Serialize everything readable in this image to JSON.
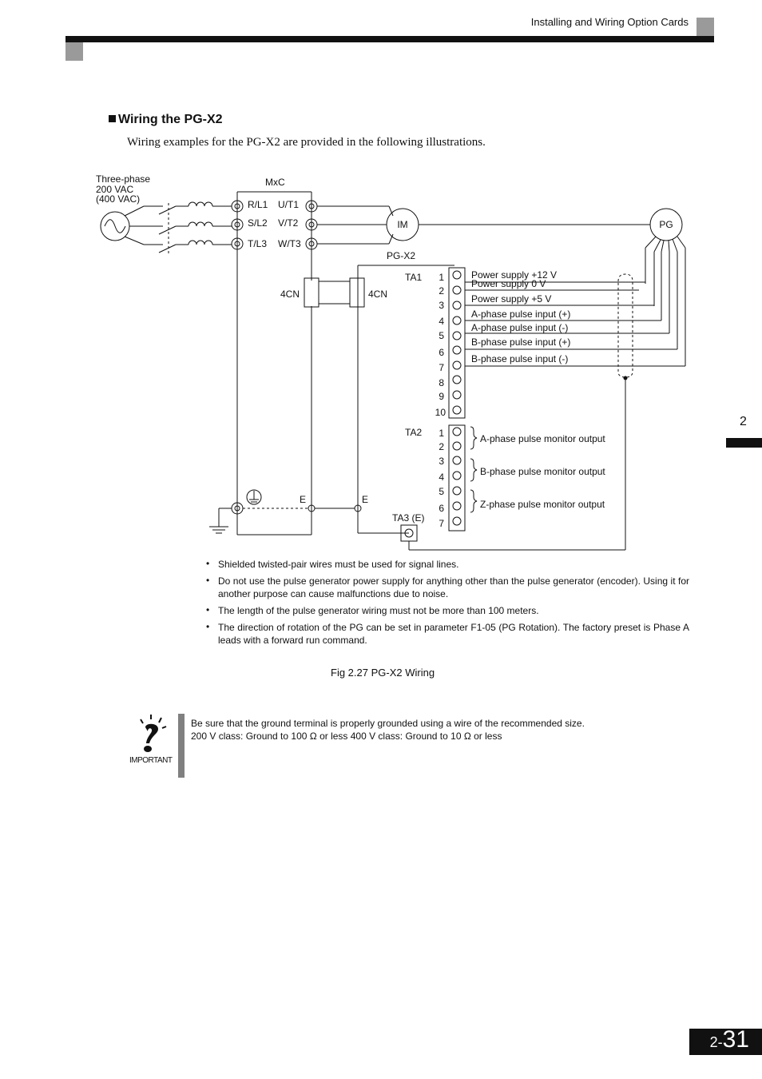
{
  "header": {
    "title": "Installing and Wiring Option Cards"
  },
  "section": {
    "title": "Wiring the PG-X2",
    "intro": "Wiring examples for the PG-X2 are provided in the following illustrations."
  },
  "diagram": {
    "supply_label_1": "Three-phase",
    "supply_label_2": "200 VAC",
    "supply_label_3": "(400 VAC)",
    "mxc": "MxC",
    "input_terminals": [
      "R/L1",
      "S/L2",
      "T/L3"
    ],
    "output_terminals": [
      "U/T1",
      "V/T2",
      "W/T3"
    ],
    "motor": "IM",
    "encoder": "PG",
    "card": "PG-X2",
    "connector_left": "4CN",
    "connector_right": "4CN",
    "ta1": "TA1",
    "ta1_pins": [
      "1",
      "2",
      "3",
      "4",
      "5",
      "6",
      "7",
      "8",
      "9",
      "10"
    ],
    "ta1_signals": [
      "Power supply +12 V",
      "Power supply 0 V",
      "Power supply +5 V",
      "A-phase pulse input (+)",
      "A-phase pulse input (-)",
      "B-phase pulse input (+)",
      "B-phase pulse input (-)"
    ],
    "ta2": "TA2",
    "ta2_pins": [
      "1",
      "2",
      "3",
      "4",
      "5",
      "6",
      "7"
    ],
    "monitor_outputs": [
      "A-phase pulse monitor output",
      "B-phase pulse monitor output",
      "Z-phase pulse monitor output"
    ],
    "ground_left": "E",
    "ground_right": "E",
    "ta3": "TA3 (E)"
  },
  "notes": [
    "Shielded twisted-pair wires must be used for signal lines.",
    "Do not use the pulse generator power supply for anything other than the pulse generator (encoder). Using it for another purpose can cause malfunctions due to noise.",
    "The length of the pulse generator wiring must not be more than 100 meters.",
    "The direction of rotation of the PG can be set in parameter F1-05 (PG Rotation). The factory preset is Phase A leads with a forward run command."
  ],
  "caption": "Fig 2.27  PG-X2 Wiring",
  "important": {
    "label": "IMPORTANT",
    "line1": "Be sure that the ground terminal is properly grounded using a wire of the recommended size.",
    "line2": "200 V class: Ground to 100 Ω or less    400 V class: Ground to 10 Ω or less"
  },
  "side_tab": "2",
  "page": {
    "prefix": "2-",
    "number": "31"
  }
}
